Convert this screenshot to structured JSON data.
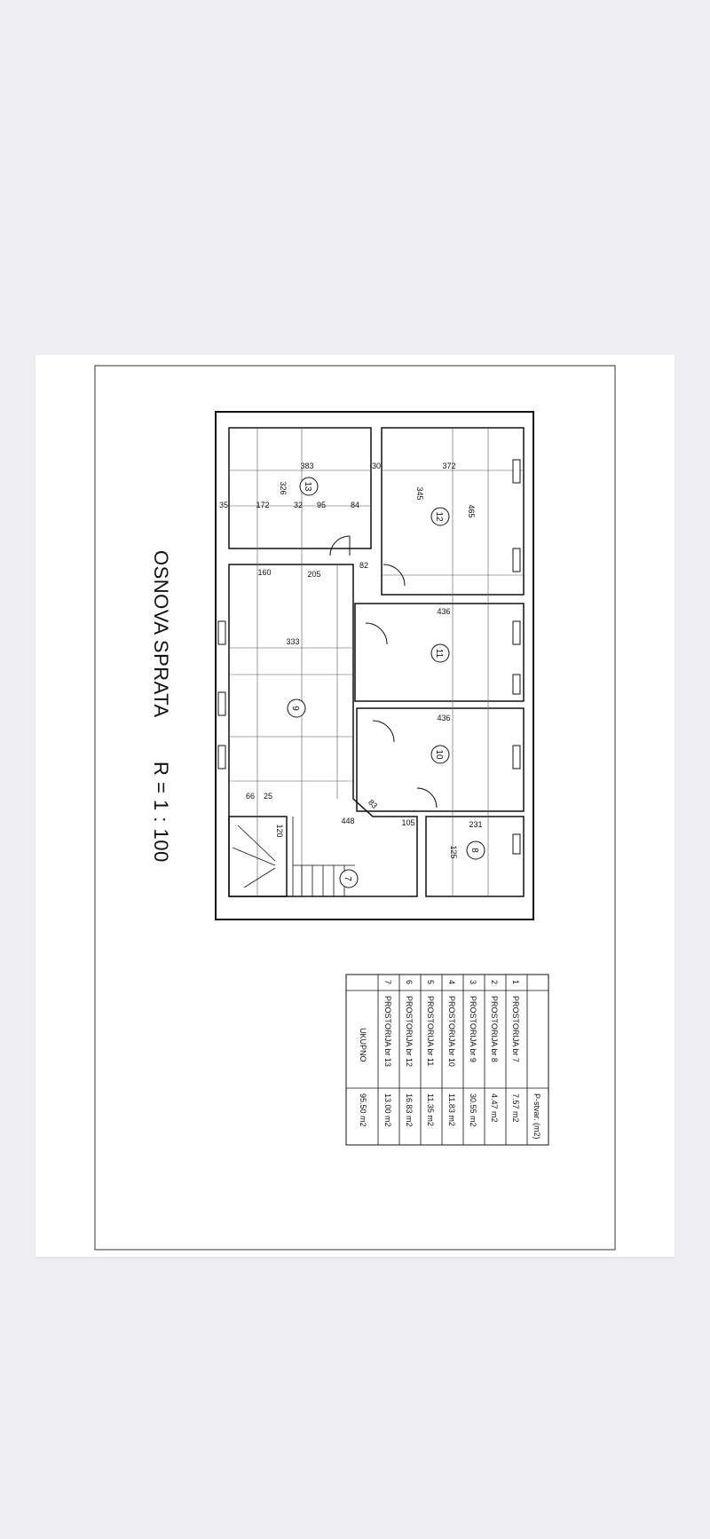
{
  "drawing": {
    "title": "OSNOVA SPRATA",
    "scale": "R = 1 : 100"
  },
  "rooms": [
    {
      "num": "7"
    },
    {
      "num": "8"
    },
    {
      "num": "9"
    },
    {
      "num": "10"
    },
    {
      "num": "11"
    },
    {
      "num": "12"
    },
    {
      "num": "13"
    }
  ],
  "dimensions": [
    "383",
    "372",
    "35",
    "30",
    "172",
    "32",
    "95",
    "84",
    "326",
    "345",
    "465",
    "160",
    "205",
    "82",
    "333",
    "436",
    "436",
    "448",
    "231",
    "105",
    "83",
    "66",
    "25",
    "120",
    "125"
  ],
  "table": {
    "header": "P-stvar. (m2)",
    "rows": [
      {
        "n": "1",
        "name": "PROSTORIJA br 7",
        "area": "7.57 m2"
      },
      {
        "n": "2",
        "name": "PROSTORIJA br 8",
        "area": "4.47 m2"
      },
      {
        "n": "3",
        "name": "PROSTORIJA br 9",
        "area": "30.55 m2"
      },
      {
        "n": "4",
        "name": "PROSTORIJA br 10",
        "area": "11.83 m2"
      },
      {
        "n": "5",
        "name": "PROSTORIJA br 11",
        "area": "11.35 m2"
      },
      {
        "n": "6",
        "name": "PROSTORIJA br 12",
        "area": "16.83 m2"
      },
      {
        "n": "7",
        "name": "PROSTORIJA br 13",
        "area": "13.00 m2"
      }
    ],
    "total_label": "UKUPNO",
    "total_value": "95.50 m2"
  }
}
